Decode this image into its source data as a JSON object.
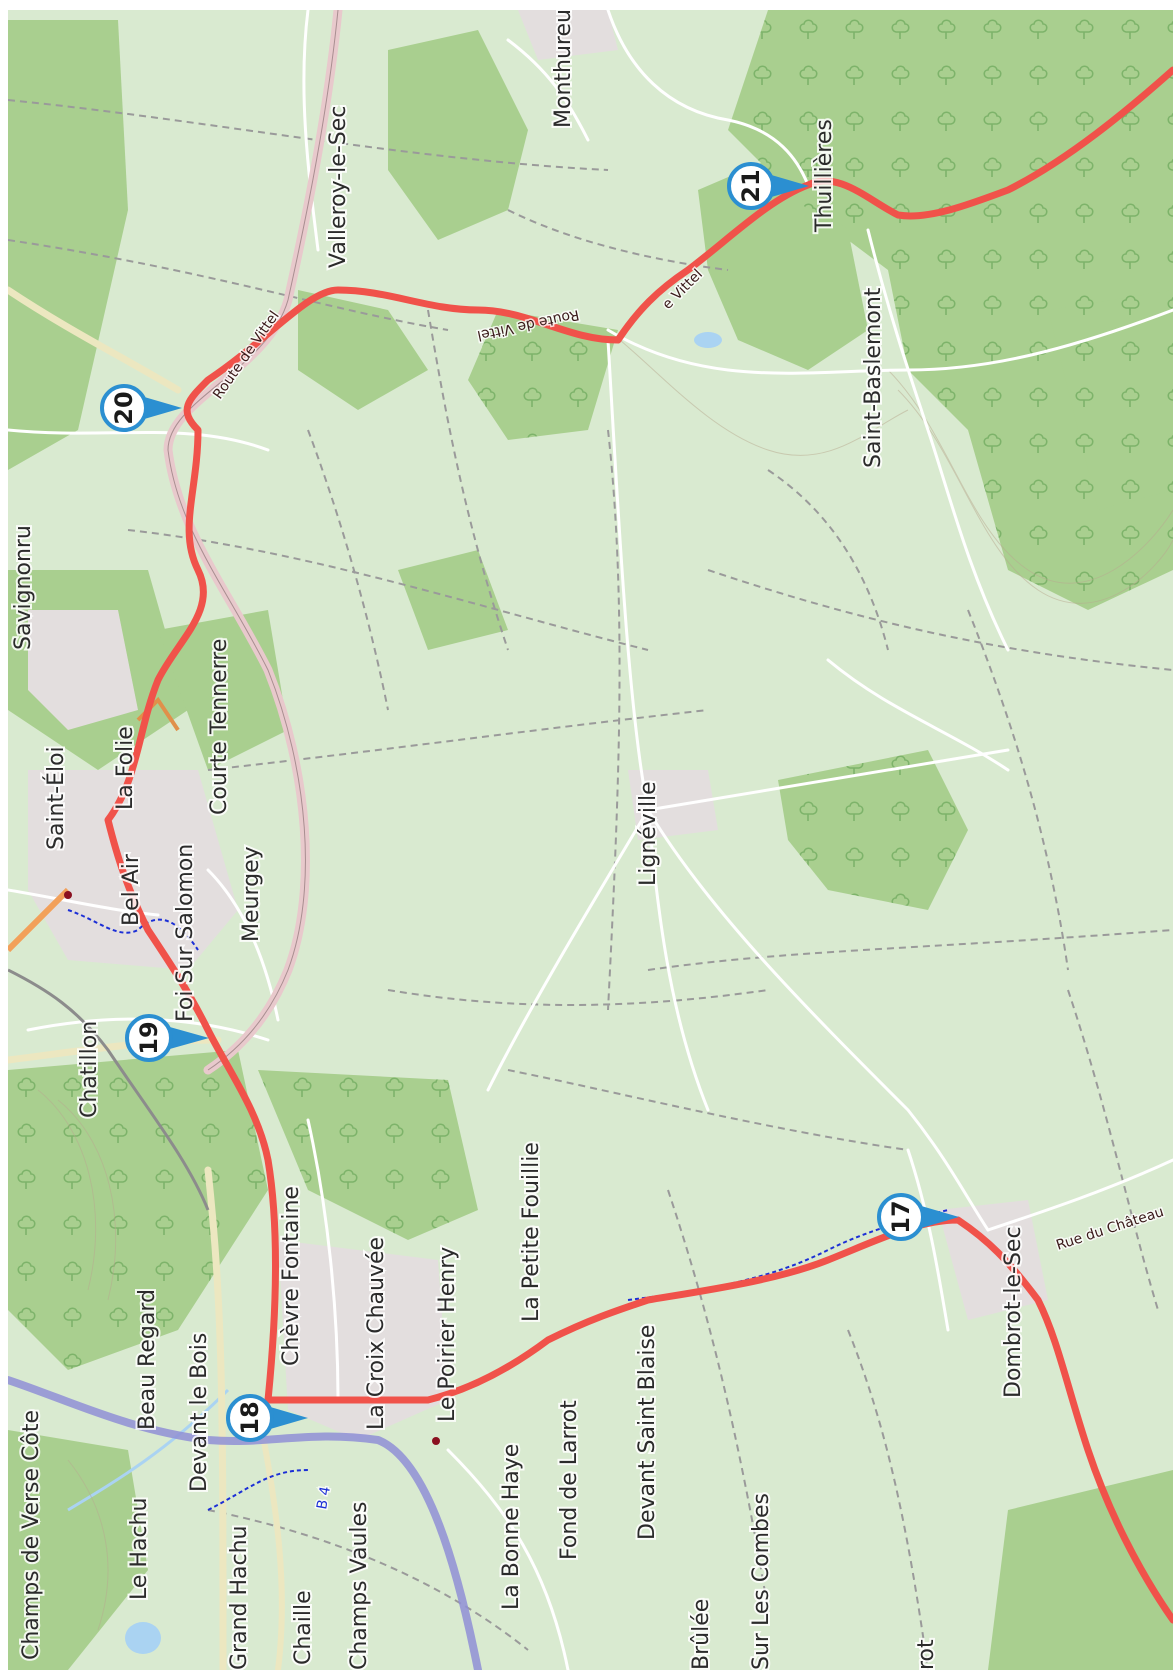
{
  "map": {
    "colors": {
      "land": "#d9ead0",
      "forest": "#a9cf8f",
      "forest_dark": "#8fbf78",
      "urban": "#e3dede",
      "road": "#ffffff",
      "track": "#9a9a9a",
      "motorway": "#e8c9cc",
      "route": "#f0524a",
      "marker": "#2b8fd1",
      "water": "#aad3f2",
      "canal": "#8f8fd6"
    },
    "markers": [
      {
        "id": "17",
        "label": "17"
      },
      {
        "id": "18",
        "label": "18"
      },
      {
        "id": "19",
        "label": "19"
      },
      {
        "id": "20",
        "label": "20"
      },
      {
        "id": "21",
        "label": "21"
      }
    ],
    "places": [
      "Monthureux",
      "Valleroy-le-Sec",
      "Thuillières",
      "Saint-Baslemont",
      "Savignonru",
      "Saint-Éloi",
      "La Folie",
      "Courte Tennerre",
      "Bel Air",
      "Foi Sur Salomon",
      "Meurgey",
      "Lignéville",
      "Chatillon",
      "Chèvre Fontaine",
      "La Croix Chauvée",
      "Le Poirier Henry",
      "La Petite Fouillie",
      "Beau Regard",
      "Devant le Bois",
      "Champs de Verse Côte",
      "Le Hachu",
      "Grand Hachu",
      "Chaille",
      "Champs Vaules",
      "La Bonne Haye",
      "Fond de Larrot",
      "Devant Saint Blaise",
      "Brûlée",
      "Sur Les Combes",
      "rot",
      "Dombrot-le-Sec"
    ],
    "road_labels": [
      "Route de Vittel",
      "Route de Vittel",
      "e Vittel",
      "Rue du Château",
      "B 4"
    ]
  }
}
